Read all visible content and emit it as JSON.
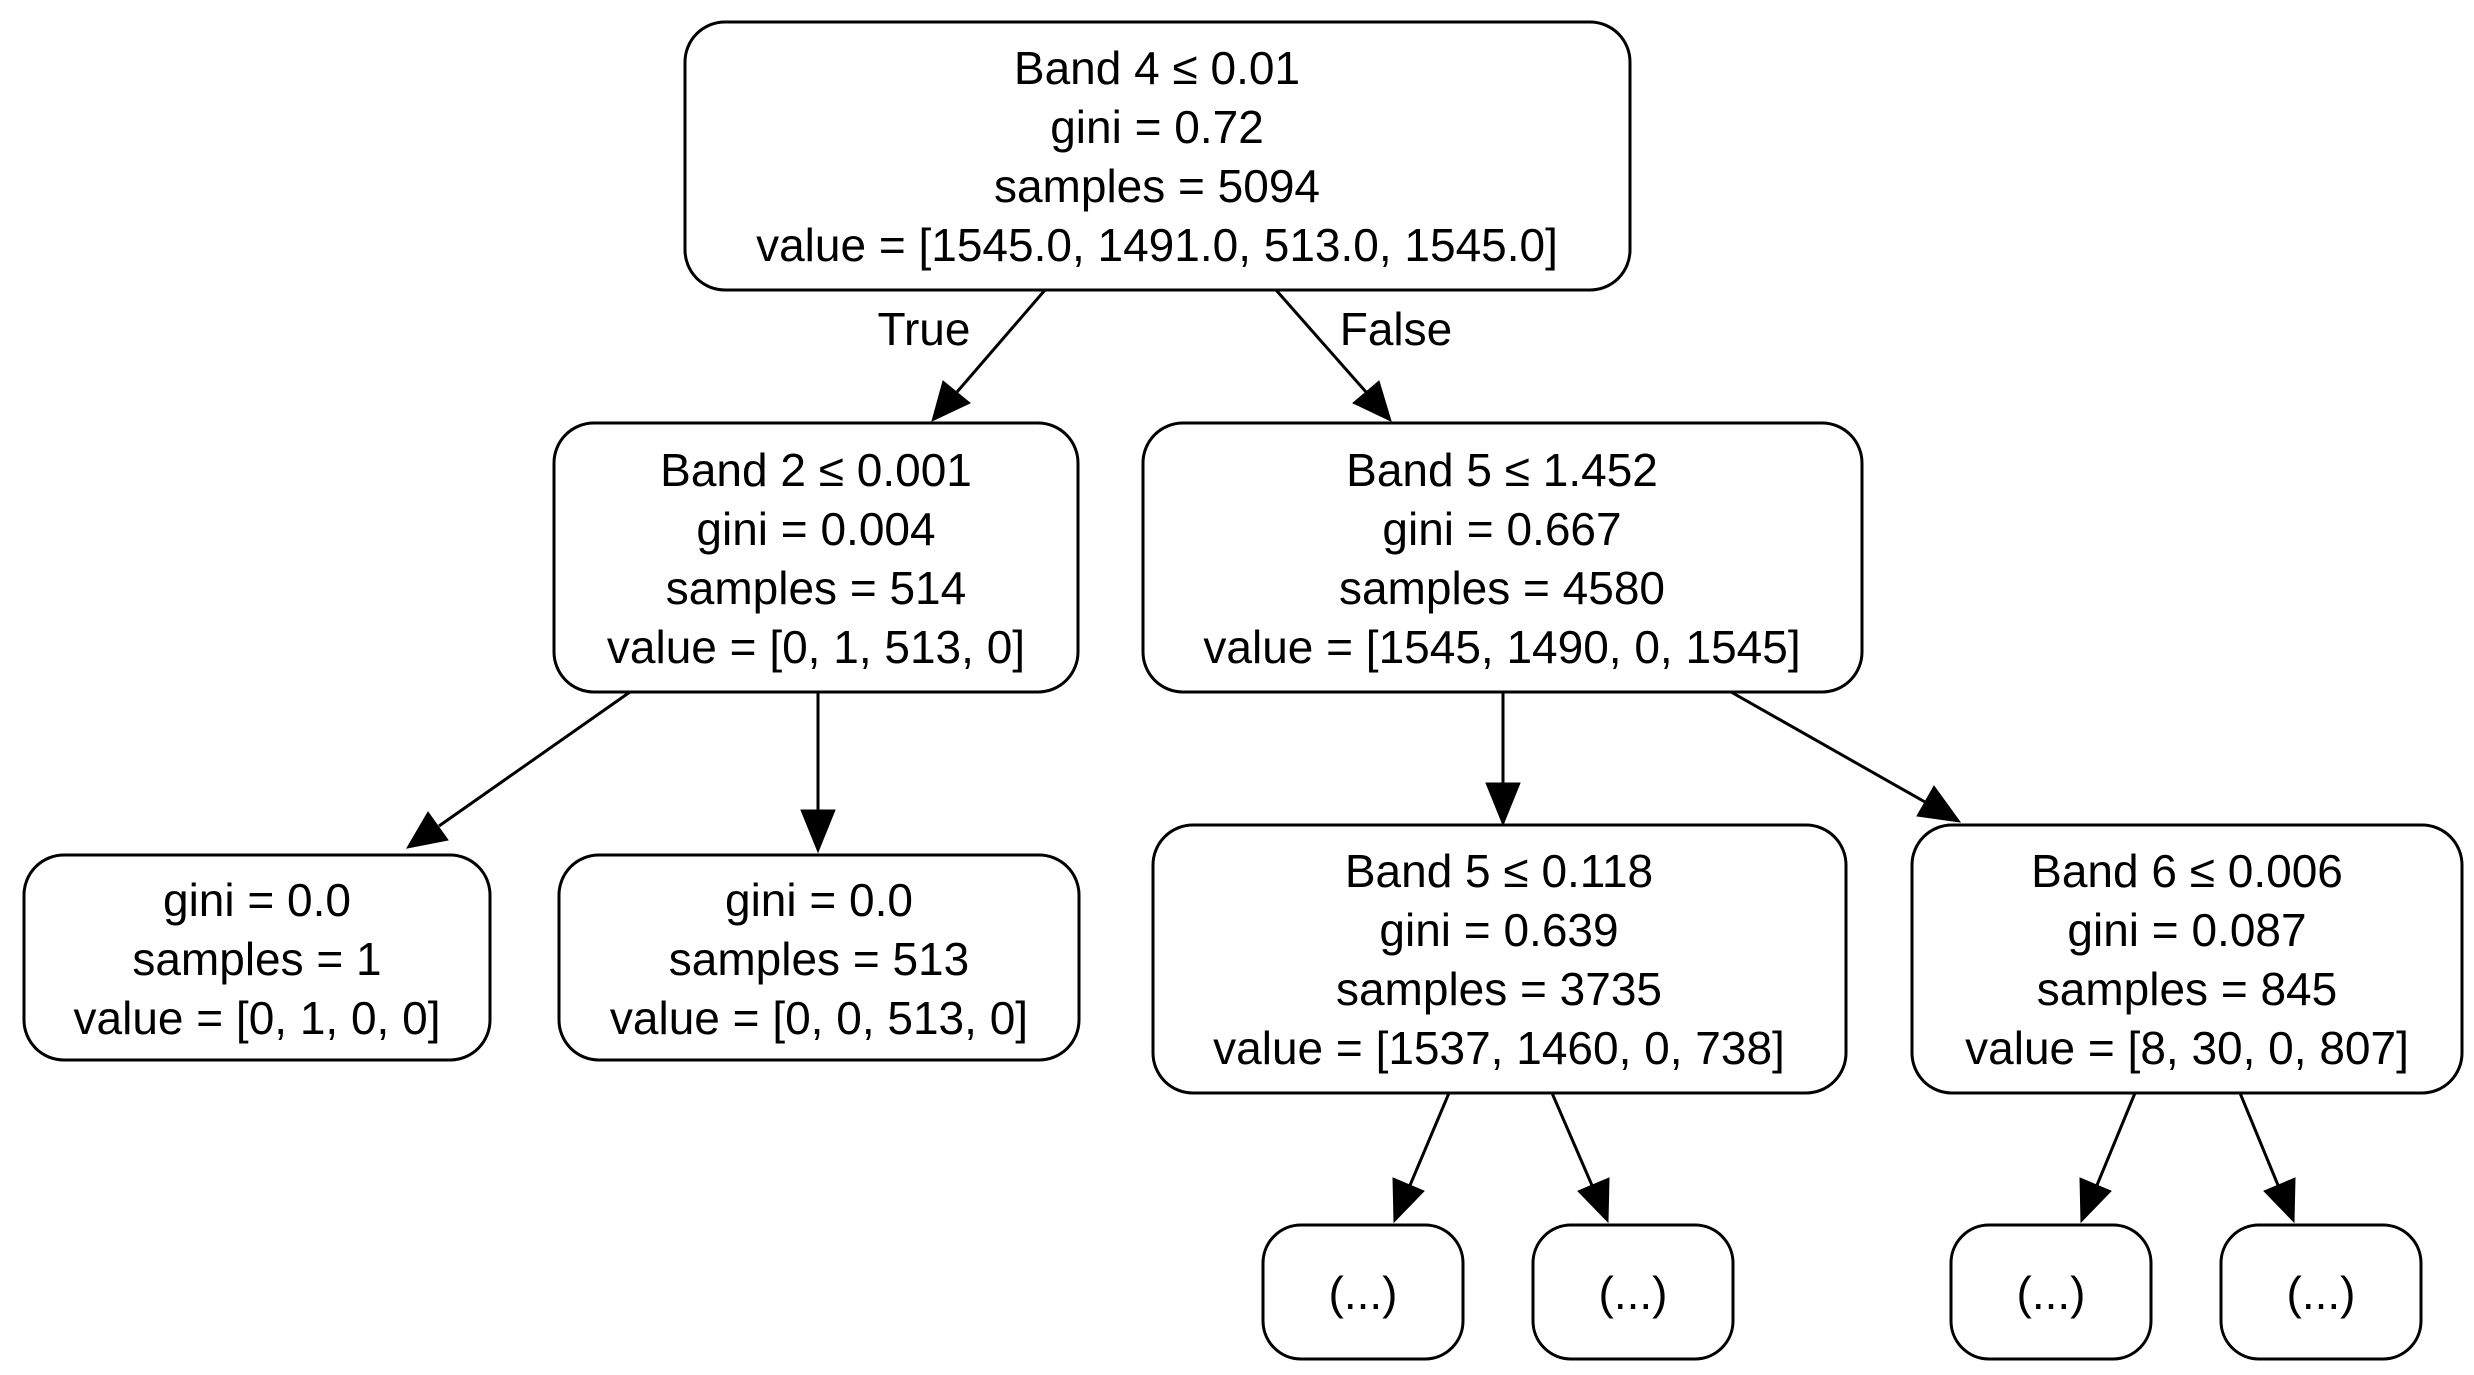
{
  "nodes": {
    "root": {
      "condition": "Band 4 ≤ 0.01",
      "gini": "gini = 0.72",
      "samples": "samples = 5094",
      "value": "value = [1545.0, 1491.0, 513.0, 1545.0]"
    },
    "left": {
      "condition": "Band 2 ≤ 0.001",
      "gini": "gini = 0.004",
      "samples": "samples = 514",
      "value": "value = [0, 1, 513, 0]"
    },
    "right": {
      "condition": "Band 5 ≤ 1.452",
      "gini": "gini = 0.667",
      "samples": "samples = 4580",
      "value": "value = [1545, 1490, 0, 1545]"
    },
    "left_left": {
      "gini": "gini = 0.0",
      "samples": "samples = 1",
      "value": "value = [0, 1, 0, 0]"
    },
    "left_right": {
      "gini": "gini = 0.0",
      "samples": "samples = 513",
      "value": "value = [0, 0, 513, 0]"
    },
    "right_left": {
      "condition": "Band 5 ≤ 0.118",
      "gini": "gini = 0.639",
      "samples": "samples = 3735",
      "value": "value = [1537, 1460, 0, 738]"
    },
    "right_right": {
      "condition": "Band 6 ≤ 0.006",
      "gini": "gini = 0.087",
      "samples": "samples = 845",
      "value": "value = [8, 30, 0, 807]"
    },
    "truncated": [
      "(...)",
      "(...)",
      "(...)",
      "(...)"
    ]
  },
  "edge_labels": {
    "true_label": "True",
    "false_label": "False"
  },
  "colors": {
    "node_fill": "#ffffff",
    "stroke": "#000000"
  }
}
